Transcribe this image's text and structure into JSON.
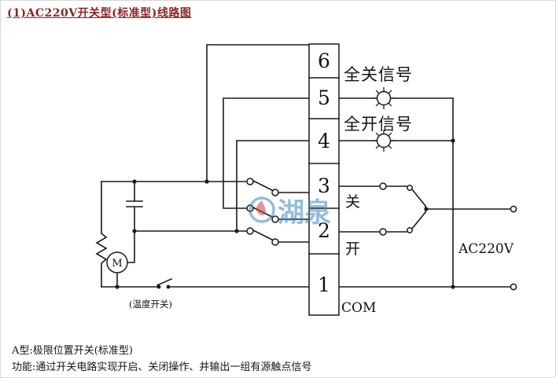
{
  "page": {
    "title": "(1)AC220V开关型(标准型)线路图",
    "footer_line1": "A型:极限位置开关(标准型)",
    "footer_line2": "功能:通过开关电路实现开启、关闭操作、并输出一组有源触点信号"
  },
  "diagram": {
    "terminals": [
      "6",
      "5",
      "4",
      "3",
      "2",
      "1"
    ],
    "labels": {
      "signal_closed": "全关信号",
      "signal_open": "全开信号",
      "close": "关",
      "open": "开",
      "com": "COM",
      "power": "AC220V",
      "temp_switch": "(温度开关)",
      "motor": "M"
    },
    "watermark": "湖泉",
    "colors": {
      "title_red": "#8e2323",
      "wire_black": "#1a1a1a",
      "watermark_blue": "#3a87c8",
      "watermark_accent_red": "#c94040",
      "background": "#ffffff"
    }
  }
}
